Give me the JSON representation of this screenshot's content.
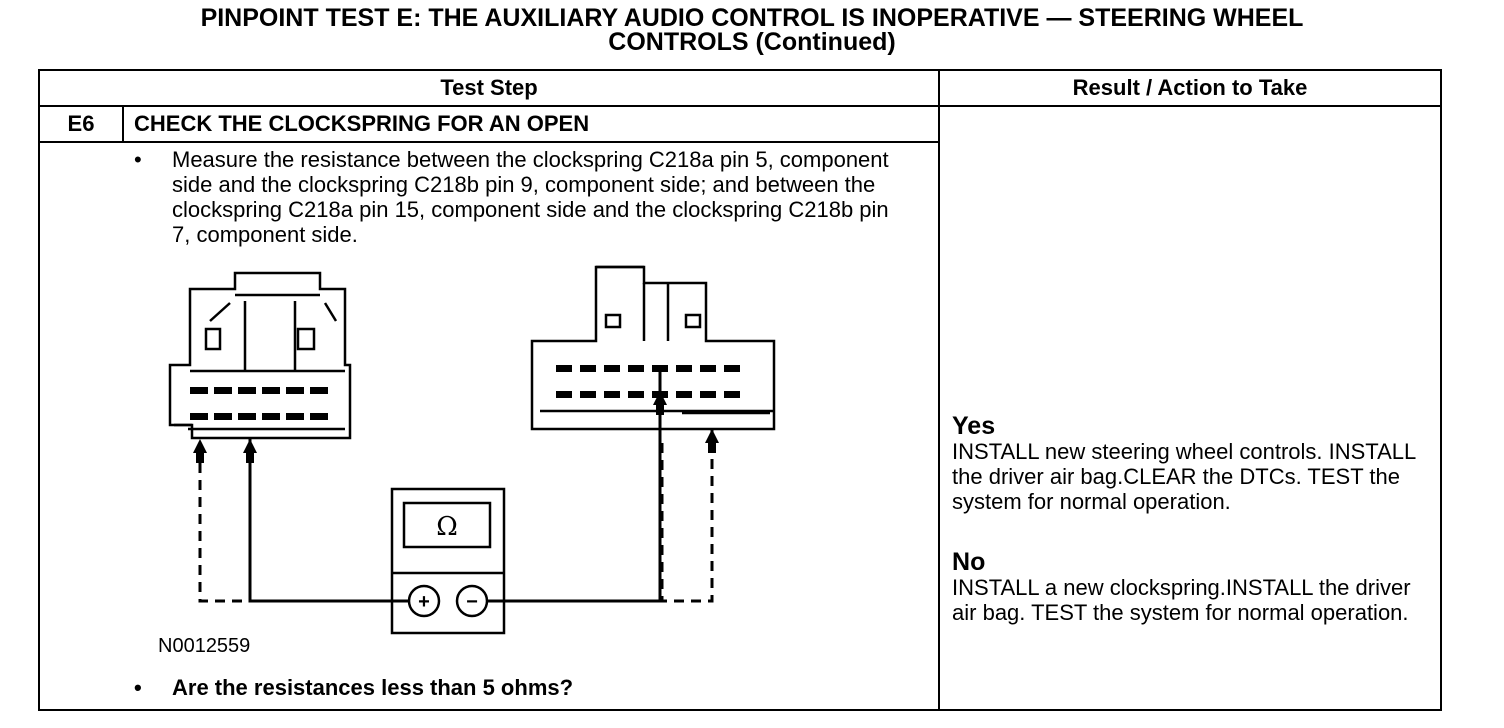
{
  "title": {
    "line1": "PINPOINT TEST  E: THE AUXILIARY AUDIO CONTROL IS INOPERATIVE — STEERING WHEEL",
    "line2": "CONTROLS (Continued)"
  },
  "table": {
    "header_test_step": "Test Step",
    "header_result": "Result / Action to Take",
    "step_id": "E6",
    "step_title": "CHECK THE CLOCKSPRING FOR AN OPEN",
    "bullet_symbol": "•",
    "instruction": "Measure the resistance between the clockspring C218a pin 5, component side and the clockspring C218b pin 9, component side; and between the clockspring C218a pin 15, component side and the clockspring C218b pin 7, component side.",
    "figure_id": "N0012559",
    "question": "Are the resistances less than 5 ohms?",
    "meter_symbol": "Ω",
    "meter_plus": "+",
    "meter_minus": "−"
  },
  "result": {
    "yes_label": "Yes",
    "yes_text": "INSTALL new steering wheel controls. INSTALL the driver air bag.CLEAR the DTCs. TEST the system for normal operation.",
    "no_label": "No",
    "no_text": "INSTALL a new clockspring.INSTALL the driver air bag. TEST the system for normal operation."
  }
}
